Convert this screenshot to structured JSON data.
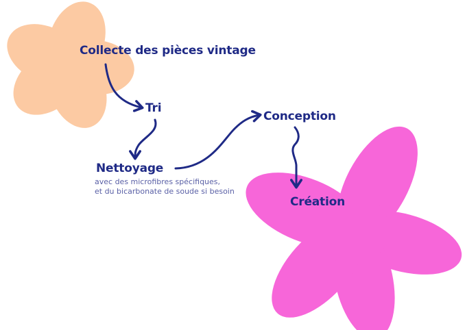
{
  "colors": {
    "peach": "#fccaa3",
    "pink": "#f766d9",
    "navy": "#1f2a86",
    "note": "#5a60a6"
  },
  "steps": [
    {
      "label": "Collecte des pièces vintage"
    },
    {
      "label": "Tri"
    },
    {
      "label": "Nettoyage"
    },
    {
      "label": "Conception"
    },
    {
      "label": "Création"
    }
  ],
  "note_lines": [
    "avec des microfibres spécifiques,",
    "et du bicarbonate de soude si besoin"
  ]
}
